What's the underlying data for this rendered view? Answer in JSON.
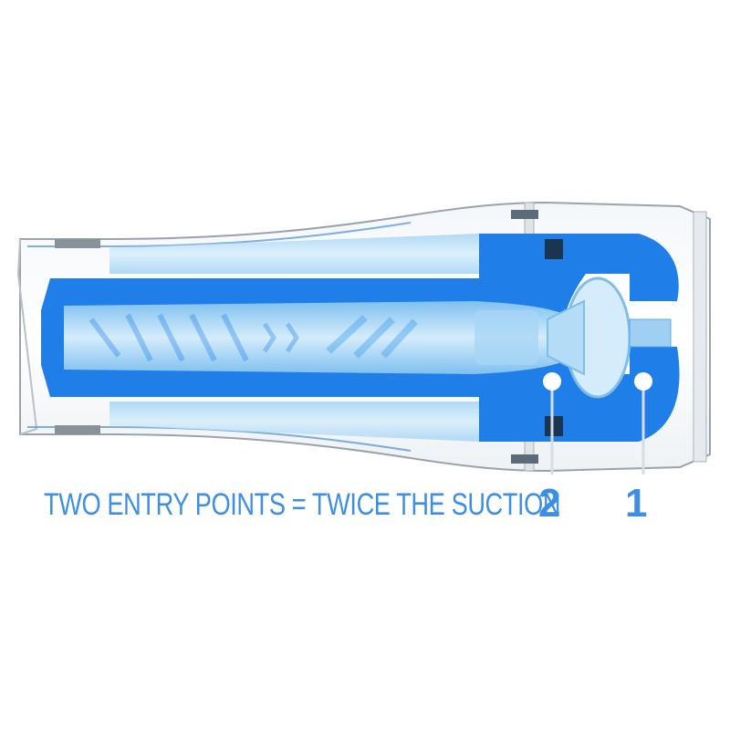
{
  "caption": "TWO ENTRY POINTS = TWICE THE SUCTION",
  "entry_points": [
    {
      "number": "2"
    },
    {
      "number": "1"
    }
  ],
  "colors": {
    "brand_blue": "#3d8fe6",
    "core_blue": "#1f7ee8",
    "light_blue": "#bfe0f7",
    "casing_gray": "#c8ccd0"
  }
}
